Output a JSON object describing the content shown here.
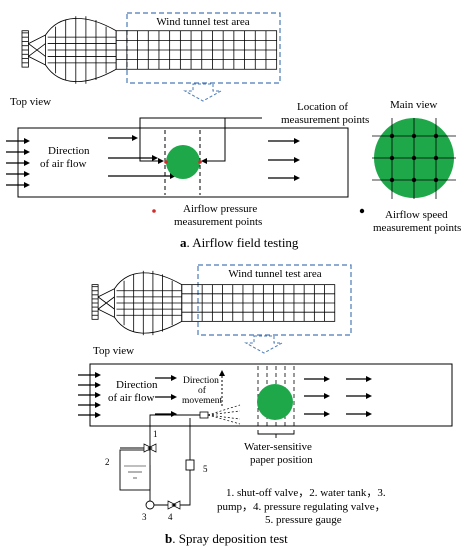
{
  "part_a": {
    "wind_tunnel_label": "Wind tunnel test area",
    "top_view": "Top view",
    "main_view": "Main view",
    "location_label_1": "Location of",
    "location_label_2": "measurement points",
    "direction_1": "Direction",
    "direction_2": "of air flow",
    "pressure_label_1": "Airflow pressure",
    "pressure_label_2": "measurement points",
    "speed_label_1": "Airflow speed",
    "speed_label_2": "measurement points",
    "caption_letter": "a",
    "caption_text": ". Airflow field testing"
  },
  "part_b": {
    "wind_tunnel_label": "Wind tunnel test area",
    "top_view": "Top view",
    "direction_1": "Direction",
    "direction_2": "of air flow",
    "movement_1": "Direction",
    "movement_2": "of",
    "movement_3": "movement",
    "paper_1": "Water-sensitive",
    "paper_2": "paper position",
    "n1": "1",
    "n2": "2",
    "n3": "3",
    "n4": "4",
    "n5": "5",
    "legend_1": "1. shut-off valve，2. water tank，3.",
    "legend_2": "pump，4. pressure regulating valve，",
    "legend_3": "5. pressure gauge",
    "caption_letter": "b",
    "caption_text": ". Spray deposition test"
  },
  "colors": {
    "dashed_box": "#4a7ab8",
    "green_target": "#1fa84a",
    "pressure_dot": "#d22b2b",
    "line": "#000000"
  }
}
